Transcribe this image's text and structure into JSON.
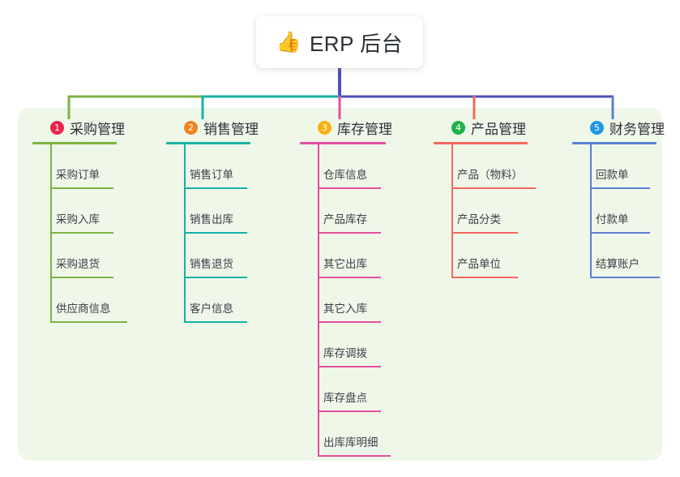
{
  "diagram": {
    "root": {
      "icon": "thumbs-up-emoji",
      "icon_glyph": "👍",
      "title": "ERP 后台"
    },
    "panel_background": "#eff7e9",
    "connector_colors": {
      "stem": "#4b50b8",
      "bar_left": "#7cb342",
      "bar_mid": "#17b3a3",
      "bar_right": "#4b50b8"
    },
    "columns": [
      {
        "number": "1",
        "title": "采购管理",
        "badge_color": "#e8254b",
        "line_color": "#7cb342",
        "rule_width": 104,
        "items": [
          {
            "label": "采购订单",
            "rule_width": 78
          },
          {
            "label": "采购入库",
            "rule_width": 78
          },
          {
            "label": "采购退货",
            "rule_width": 78
          },
          {
            "label": "供应商信息",
            "rule_width": 95
          }
        ]
      },
      {
        "number": "2",
        "title": "销售管理",
        "badge_color": "#f58220",
        "line_color": "#17b3a3",
        "rule_width": 104,
        "items": [
          {
            "label": "销售订单",
            "rule_width": 78
          },
          {
            "label": "销售出库",
            "rule_width": 78
          },
          {
            "label": "销售退货",
            "rule_width": 78
          },
          {
            "label": "客户信息",
            "rule_width": 78
          }
        ]
      },
      {
        "number": "3",
        "title": "库存管理",
        "badge_color": "#f5b211",
        "line_color": "#e34ea0",
        "rule_width": 106,
        "items": [
          {
            "label": "仓库信息",
            "rule_width": 78
          },
          {
            "label": "产品库存",
            "rule_width": 78
          },
          {
            "label": "其它出库",
            "rule_width": 78
          },
          {
            "label": "其它入库",
            "rule_width": 78
          },
          {
            "label": "库存调拨",
            "rule_width": 78
          },
          {
            "label": "库存盘点",
            "rule_width": 78
          },
          {
            "label": "出库库明细",
            "rule_width": 90
          }
        ]
      },
      {
        "number": "4",
        "title": "产品管理",
        "badge_color": "#22b14c",
        "line_color": "#f4685e",
        "rule_width": 116,
        "items": [
          {
            "label": "产品（物料）",
            "rule_width": 104
          },
          {
            "label": "产品分类",
            "rule_width": 82
          },
          {
            "label": "产品单位",
            "rule_width": 82
          }
        ]
      },
      {
        "number": "5",
        "title": "财务管理",
        "badge_color": "#2196e3",
        "line_color": "#5b7fd1",
        "rule_width": 104,
        "items": [
          {
            "label": "回款单",
            "rule_width": 74
          },
          {
            "label": "付款单",
            "rule_width": 74
          },
          {
            "label": "结算账户",
            "rule_width": 86
          }
        ]
      }
    ]
  }
}
